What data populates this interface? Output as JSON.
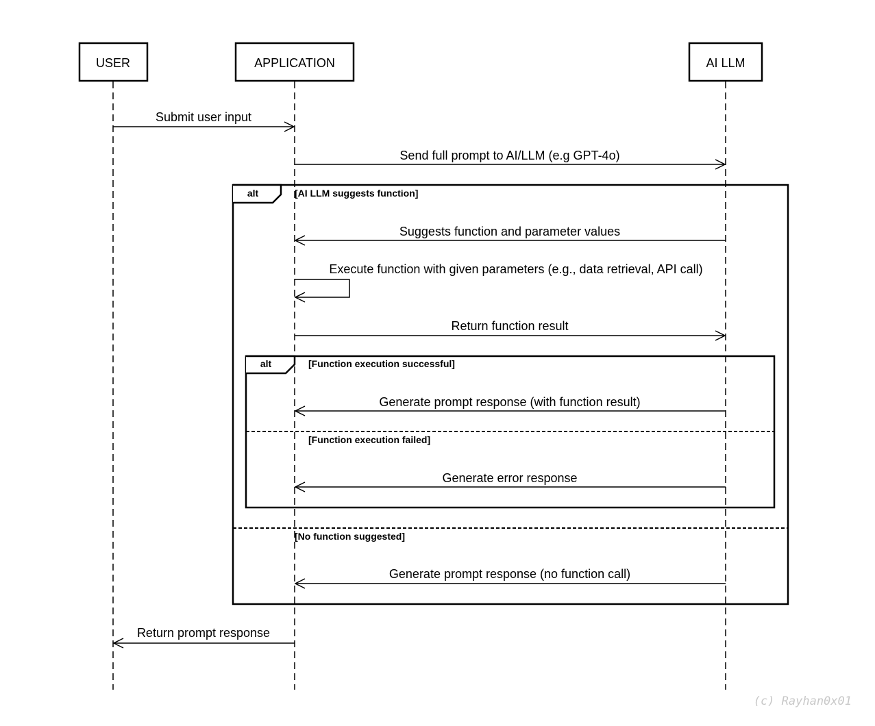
{
  "actors": {
    "user": "USER",
    "application": "APPLICATION",
    "ai_llm": "AI LLM"
  },
  "messages": {
    "submit_input": "Submit user input",
    "send_prompt": "Send full prompt to AI/LLM (e.g GPT-4o)",
    "suggests_function": "Suggests function and parameter values",
    "execute_function": "Execute function with given parameters (e.g., data retrieval, API call)",
    "return_result": "Return function result",
    "generate_with_result": "Generate prompt response (with function result)",
    "generate_error": "Generate error response",
    "generate_no_function": "Generate prompt response (no function call)",
    "return_response": "Return prompt response"
  },
  "frames": {
    "outer": {
      "tag": "alt",
      "guard_1": "[AI LLM suggests function]",
      "guard_2": "[No function suggested]"
    },
    "inner": {
      "tag": "alt",
      "guard_1": "[Function execution successful]",
      "guard_2": "[Function execution failed]"
    }
  },
  "watermark": "(c) Rayhan0x01"
}
